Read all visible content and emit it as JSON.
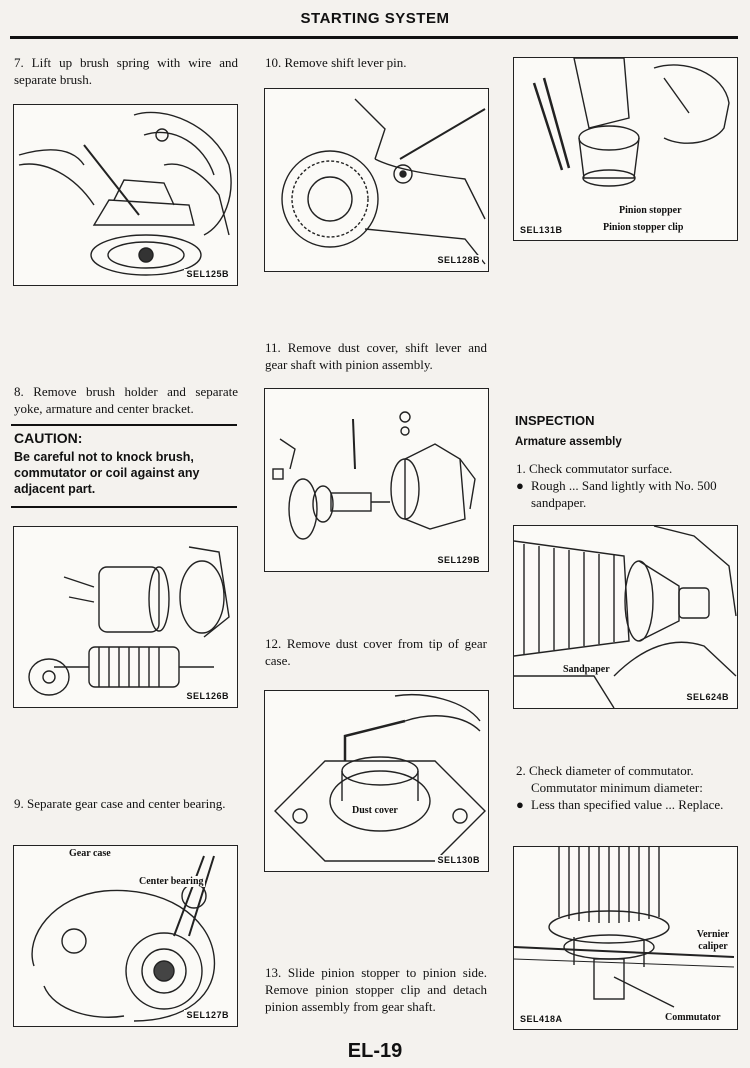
{
  "header": {
    "title": "STARTING SYSTEM"
  },
  "steps": {
    "s7": "7.  Lift up brush spring with wire and separate brush.",
    "s8": "8.  Remove brush holder and separate yoke, armature and center bracket.",
    "s9": "9.  Separate gear case and center bearing.",
    "s10": "10.  Remove shift lever pin.",
    "s11": "11.  Remove dust cover, shift lever and gear shaft with pinion assembly.",
    "s12": "12.  Remove dust cover from tip of gear case.",
    "s13": "13.  Slide pinion stopper to pinion side. Remove pinion stopper clip and detach pinion assembly from gear shaft."
  },
  "caution": {
    "title": "CAUTION:",
    "text": "Be careful not to knock brush, commutator or coil against any adjacent part."
  },
  "inspection": {
    "title": "INSPECTION",
    "subtitle": "Armature assembly",
    "item1": "1.  Check commutator surface.",
    "bullet1": "Rough ... Sand lightly with No. 500 sandpaper.",
    "item2": "2.  Check diameter of commutator.",
    "item2b": "Commutator minimum diameter:",
    "bullet2": "Less than specified value ... Replace."
  },
  "figures": {
    "sel125b": {
      "code": "SEL125B"
    },
    "sel126b": {
      "code": "SEL126B"
    },
    "sel127b": {
      "code": "SEL127B",
      "label_gear_case": "Gear case",
      "label_center_bearing": "Center bearing"
    },
    "sel128b": {
      "code": "SEL128B"
    },
    "sel129b": {
      "code": "SEL129B"
    },
    "sel130b": {
      "code": "SEL130B",
      "label_dust_cover": "Dust cover"
    },
    "sel131b": {
      "code": "SEL131B",
      "label_pinion_stopper": "Pinion stopper",
      "label_pinion_stopper_clip": "Pinion stopper clip"
    },
    "sel624b": {
      "code": "SEL624B",
      "label_sandpaper": "Sandpaper"
    },
    "sel418a": {
      "code": "SEL418A",
      "label_vernier": "Vernier caliper",
      "label_commutator": "Commutator"
    }
  },
  "footer": {
    "page_number": "EL-19"
  }
}
